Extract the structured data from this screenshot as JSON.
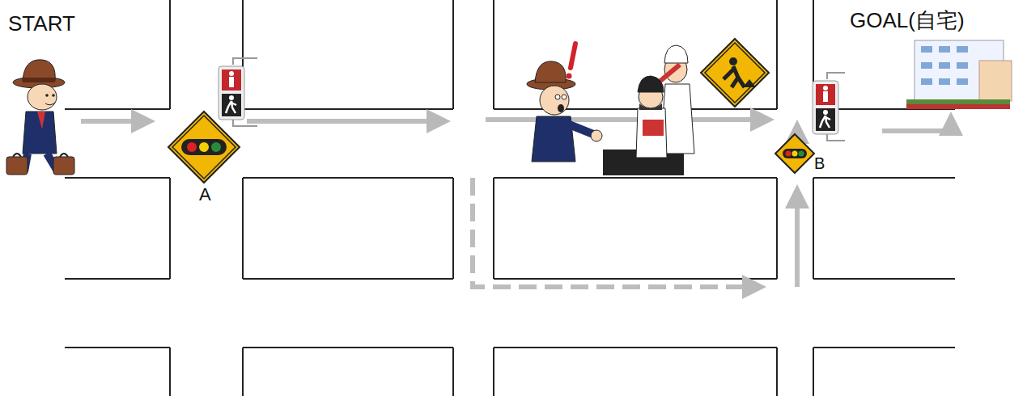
{
  "diagram": {
    "labels": [
      "START",
      "GOAL(自宅)",
      "A",
      "B"
    ]
  }
}
